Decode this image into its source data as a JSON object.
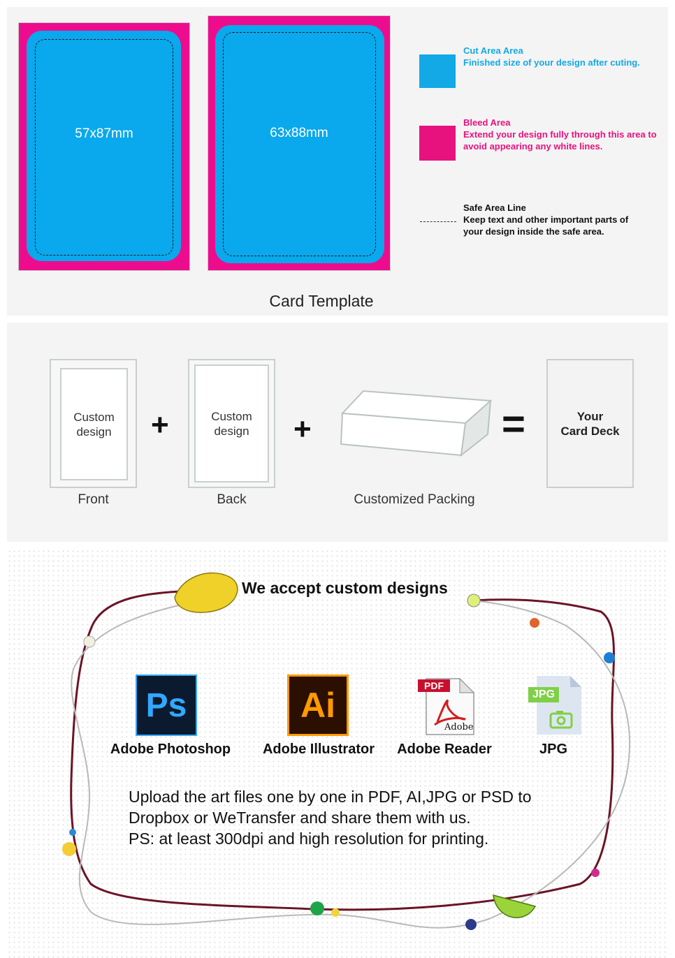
{
  "template": {
    "cards": [
      {
        "size_label": "57x87mm"
      },
      {
        "size_label": "63x88mm"
      }
    ],
    "legend": [
      {
        "title": "Cut Area Area",
        "desc": "Finished size of your design after cuting.",
        "color": "#13a9e6"
      },
      {
        "title": "Bleed Area",
        "desc": "Extend your design fully through this area to avoid appearing any white lines.",
        "color": "#e8127f"
      },
      {
        "title": "Safe Area Line",
        "desc": "Keep text and other important parts of your design inside the safe area.",
        "color": "#111111"
      }
    ],
    "caption": "Card Template"
  },
  "combo": {
    "front": {
      "text": "Custom\ndesign",
      "label": "Front"
    },
    "back": {
      "text": "Custom\ndesign",
      "label": "Back"
    },
    "packing": {
      "label": "Customized Packing"
    },
    "deck": {
      "text": "Your\nCard Deck"
    },
    "plus": "+",
    "equals": "="
  },
  "designs": {
    "heading": "We accept custom designs",
    "apps": [
      {
        "name": "Adobe Photoshop",
        "icon": "photoshop-icon",
        "glyph": "Ps"
      },
      {
        "name": "Adobe Illustrator",
        "icon": "illustrator-icon",
        "glyph": "Ai"
      },
      {
        "name": "Adobe Reader",
        "icon": "pdf-icon",
        "badge": "PDF",
        "sub": "Adobe"
      },
      {
        "name": "JPG",
        "icon": "jpg-icon",
        "badge": "JPG"
      }
    ],
    "body": [
      "Upload the art files one by one in PDF, AI,JPG or PSD to",
      "Dropbox or WeTransfer and share them with us.",
      "PS: at least 300dpi and high resolution for printing."
    ]
  }
}
